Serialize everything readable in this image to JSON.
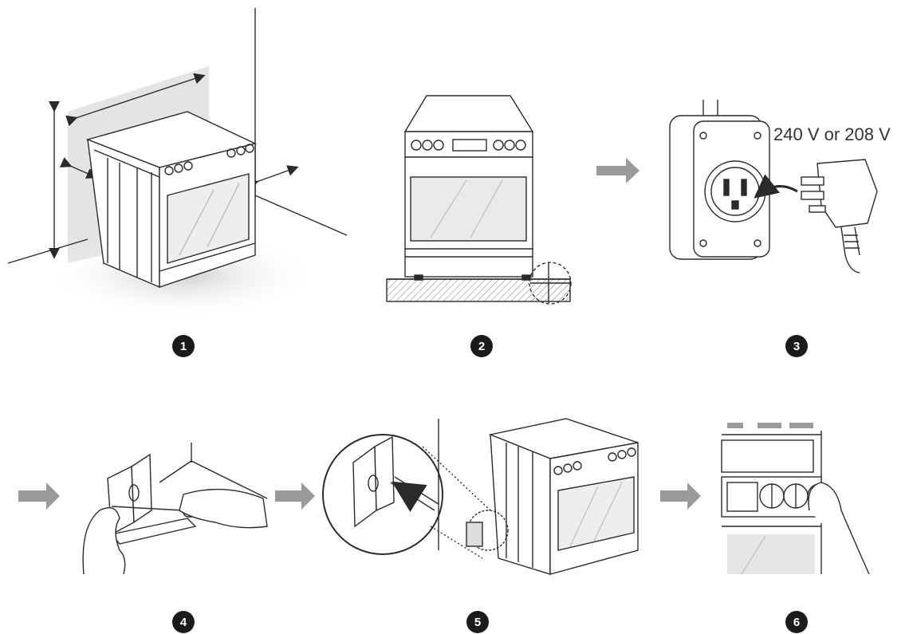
{
  "voltage_label": "240 V or 208 V",
  "steps": [
    "1",
    "2",
    "3",
    "4",
    "5",
    "6"
  ],
  "colors": {
    "line": "#2a2a2a",
    "arrow": "#9a9a9a",
    "wall_shade": "#e4e4e4",
    "glass": "#e6e6e6",
    "badge": "#1b1b1b"
  },
  "icons": [
    "range-oven-icon",
    "power-outlet-icon",
    "power-plug-icon",
    "anti-tip-bracket-icon",
    "screwdriver-icon",
    "hand-icon",
    "arrow-right-icon"
  ]
}
